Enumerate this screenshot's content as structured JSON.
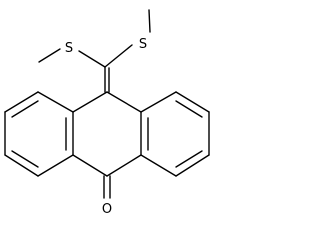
{
  "molecule": {
    "atoms": {
      "sulfur_left": "S",
      "sulfur_right": "S",
      "oxygen": "O"
    },
    "colors": {
      "bond": "#000000",
      "background": "#ffffff"
    }
  }
}
